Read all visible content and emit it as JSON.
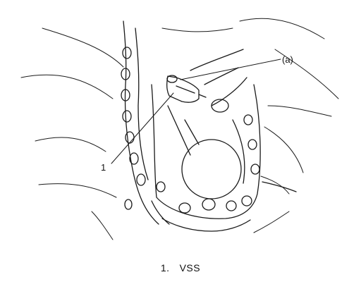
{
  "diagram": {
    "callouts": {
      "part_number": "1",
      "detail_label": "(a)"
    },
    "caption": {
      "number": "1.",
      "text": "VSS"
    }
  }
}
